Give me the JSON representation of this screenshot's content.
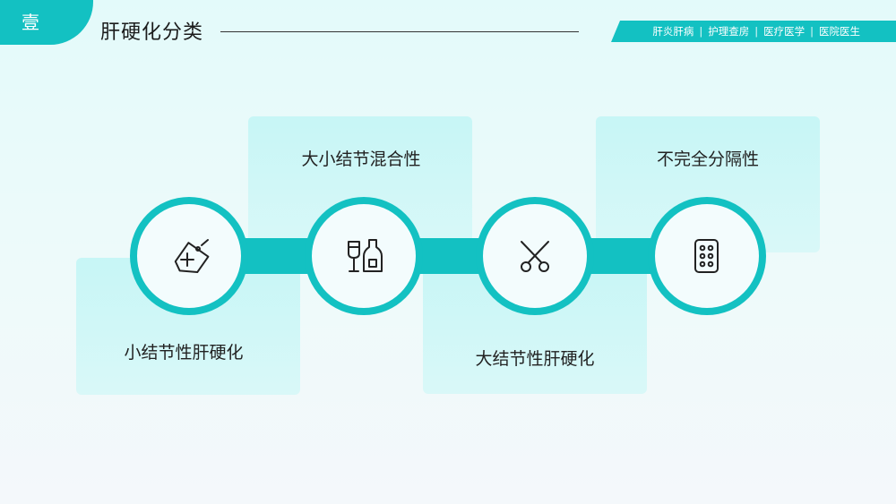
{
  "header": {
    "badge": "壹",
    "title": "肝硬化分类",
    "tags": [
      "肝炎肝病",
      "护理查房",
      "医疗医学",
      "医院医生"
    ]
  },
  "categories": [
    {
      "label": "小结节性肝硬化",
      "icon": "medical-tag-icon"
    },
    {
      "label": "大小结节混合性",
      "icon": "medicine-bottles-icon"
    },
    {
      "label": "大结节性肝硬化",
      "icon": "scissors-icon"
    },
    {
      "label": "不完全分隔性",
      "icon": "pill-pack-icon"
    }
  ],
  "colors": {
    "accent": "#13c1c2",
    "card": "#c7f6f6",
    "text": "#222222"
  }
}
